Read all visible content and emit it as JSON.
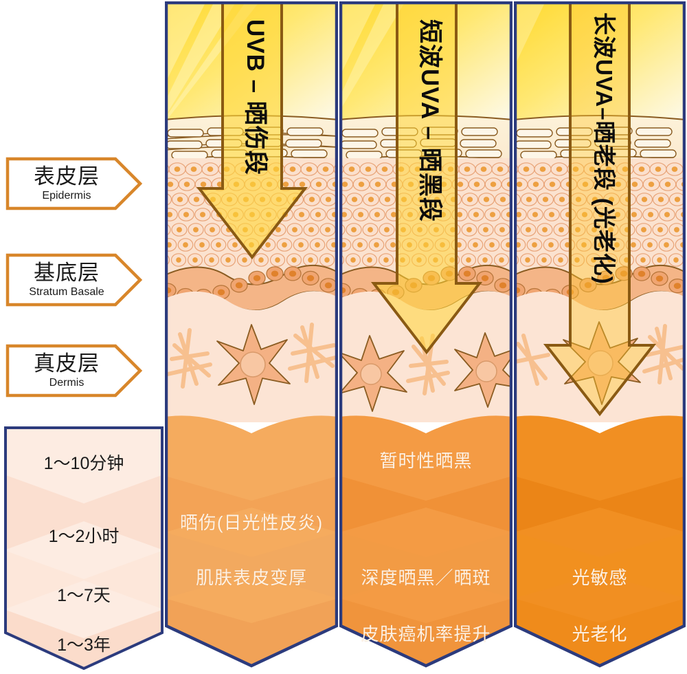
{
  "legend": {
    "items": [
      {
        "cn": "表皮层",
        "en": "Epidermis",
        "name": "legend-epidermis"
      },
      {
        "cn": "基底层",
        "en": "Stratum Basale",
        "name": "legend-stratum-basale"
      },
      {
        "cn": "真皮层",
        "en": "Dermis",
        "name": "legend-dermis"
      }
    ],
    "border_color": "#d8862a",
    "fill_color": "#ffffff"
  },
  "timeline": {
    "labels": [
      "1〜10分钟",
      "1〜2小时",
      "1〜7天",
      "1〜3年"
    ],
    "band_colors": [
      "#fbe3d5",
      "#fadacb",
      "#f9e0d4",
      "#fadcd0"
    ],
    "panel_border": "#2c3b7d"
  },
  "columns": [
    {
      "id": "uvb",
      "band_label": "UVB – 晒伤段",
      "ray_label_top": "UVB",
      "effects": [
        "",
        "晒伤(日光性皮炎)",
        "肌肤表皮变厚",
        ""
      ],
      "arrow_depth_label": "epidermis",
      "band_colors": [
        "#f5ab5e",
        "#f3a356",
        "#f2a95f",
        "#f1a257"
      ],
      "sun_gradient": [
        "#ffd92e",
        "#fdf6d8"
      ]
    },
    {
      "id": "uva-short",
      "band_label": "短波UVA – 晒黑段",
      "ray_label_top": "短波UVA",
      "effects": [
        "暂时性晒黑",
        "",
        "深度晒黑／晒斑",
        "皮肤癌机率提升"
      ],
      "arrow_depth_label": "stratum-basale",
      "band_colors": [
        "#f49b44",
        "#f09137",
        "#f29b44",
        "#f0943c"
      ],
      "sun_gradient": [
        "#ffd92e",
        "#fdf6d8"
      ]
    },
    {
      "id": "uva-long",
      "band_label": "长波UVA–晒老段 (光老化)",
      "ray_label_top": "长波UVA",
      "effects": [
        "",
        "",
        "光敏感",
        "光老化"
      ],
      "arrow_depth_label": "dermis",
      "band_colors": [
        "#f18f22",
        "#eb8517",
        "#f1901f",
        "#ef8b1b"
      ],
      "sun_gradient": [
        "#ffd92e",
        "#fdf6d8"
      ]
    }
  ],
  "skin": {
    "sun_top_color": "#ffd92e",
    "stratum_corneum_color": "#fbf0dc",
    "epidermis_cell_fill": "#fbe0cd",
    "epidermis_cell_nucleus": "#eb9a35",
    "basal_cell_fill": "#f3b386",
    "dermis_color": "#fce4d4",
    "fibroblast_color": "#f4b588",
    "collagen_color": "#f7c49a",
    "hypodermis_color": "#f5ab5e",
    "outline_color": "#8c5a1e"
  },
  "colors": {
    "panel_border": "#2c3b7d",
    "arrow_stroke": "#8a5a13",
    "arrow_fill": "rgba(255,210,60,0.55)",
    "legend_border": "#d8862a",
    "text_dark": "#111111",
    "text_light": "#fdf1e4"
  }
}
